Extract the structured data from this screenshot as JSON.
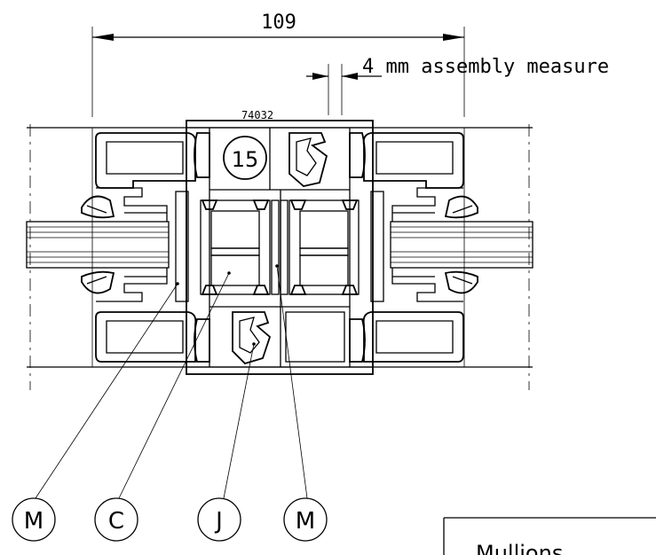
{
  "dimensions": {
    "overall_width_label": "109",
    "assembly_label": "4 mm assembly measure",
    "profile_number": "74032",
    "position_number": "15"
  },
  "callouts": [
    "M",
    "C",
    "J",
    "M"
  ],
  "title_box": {
    "label": "Mullions"
  }
}
